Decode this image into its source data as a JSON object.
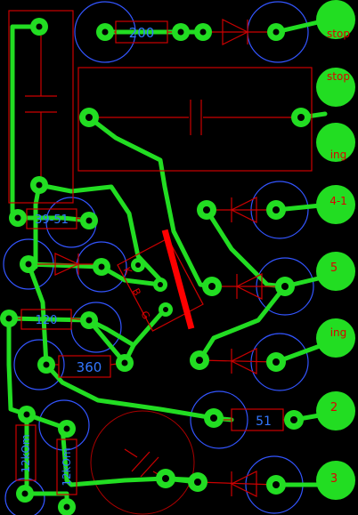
{
  "colors": {
    "background": "#000000",
    "trace": "#22dd22",
    "pad": "#22dd22",
    "pad_hole": "#000000",
    "silkscreen": "#cc0000",
    "component_value": "#3377ff",
    "pad_label": "#dd0000",
    "ring": "#3355ff",
    "highlight_bar": "#ff0000"
  },
  "components": {
    "resistors": [
      {
        "id": "r-200",
        "value": "200"
      },
      {
        "id": "r-39-51",
        "value": "39-51"
      },
      {
        "id": "r-120",
        "value": "120"
      },
      {
        "id": "r-360",
        "value": "360"
      },
      {
        "id": "r-51",
        "value": "51"
      },
      {
        "id": "r-12k-a",
        "value": "12kOm"
      },
      {
        "id": "r-12k-b",
        "value": "12kOm"
      }
    ],
    "transistor": {
      "pins": [
        "K",
        "B",
        "G"
      ]
    }
  },
  "terminals": [
    "stop",
    "stop",
    "ing",
    "4-1",
    "5",
    "ing",
    "2",
    "3"
  ]
}
